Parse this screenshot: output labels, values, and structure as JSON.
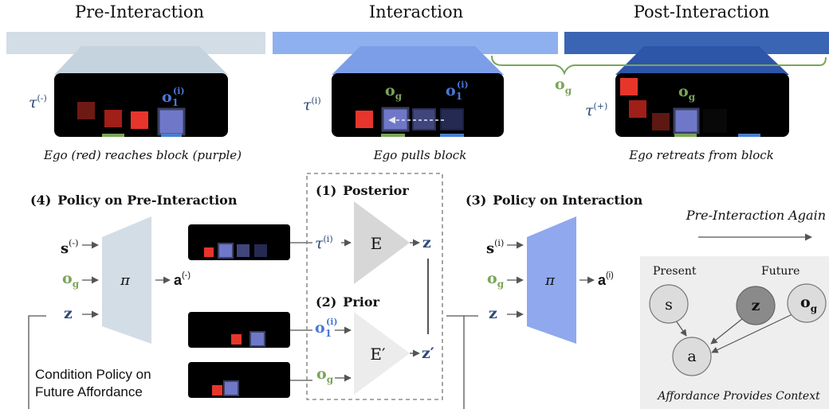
{
  "colors": {
    "pre_band": "#d3dde6",
    "interaction_band": "#8fb0ee",
    "post_band": "#3a64b4",
    "ego_red": "#e8352c",
    "block_purple": "#6f78c8",
    "green": "#7aa55a",
    "blue_text": "#4a78d8",
    "navy_text": "#2d4a78",
    "encoder_gray": "#d7d7d7",
    "prior_gray": "#ececec",
    "policy_pre": "#d3dde6",
    "policy_int": "#8fa8ee",
    "graph_panel": "#eeeeee"
  },
  "phases": {
    "pre": "Pre-Interaction",
    "interaction": "Interaction",
    "post": "Post-Interaction"
  },
  "captions": {
    "pre": "Ego (red) reaches block (purple)",
    "interaction": "Ego pulls block",
    "post": "Ego retreats from block"
  },
  "trajectory_labels": {
    "tau": "τ",
    "minus": "(-)",
    "i": "(i)",
    "plus": "(+)"
  },
  "symbols": {
    "o_bold": "o",
    "sub_g": "g",
    "sub_1": "1",
    "sup_i": "(i)",
    "s_bold": "s",
    "a_bold": "a",
    "sup_minus": "(-)",
    "z": "z",
    "z_prime": "z′",
    "pi": "π",
    "E": "E",
    "E_prime": "E′"
  },
  "sections": {
    "policy_pre": {
      "num": "(4)",
      "label": "Policy on Pre-Interaction"
    },
    "posterior": {
      "num": "(1)",
      "label": "Posterior"
    },
    "prior": {
      "num": "(2)",
      "label": "Prior"
    },
    "policy_int": {
      "num": "(3)",
      "label": "Policy on Interaction"
    }
  },
  "condition_text": [
    "Condition Policy on",
    "Future Affordance"
  ],
  "pre_again": "Pre-Interaction Again",
  "graph": {
    "present": "Present",
    "future": "Future",
    "node_s": "s",
    "node_z": "z",
    "node_og": "o",
    "node_og_sub": "g",
    "node_a": "a",
    "caption": "Affordance Provides Context"
  }
}
